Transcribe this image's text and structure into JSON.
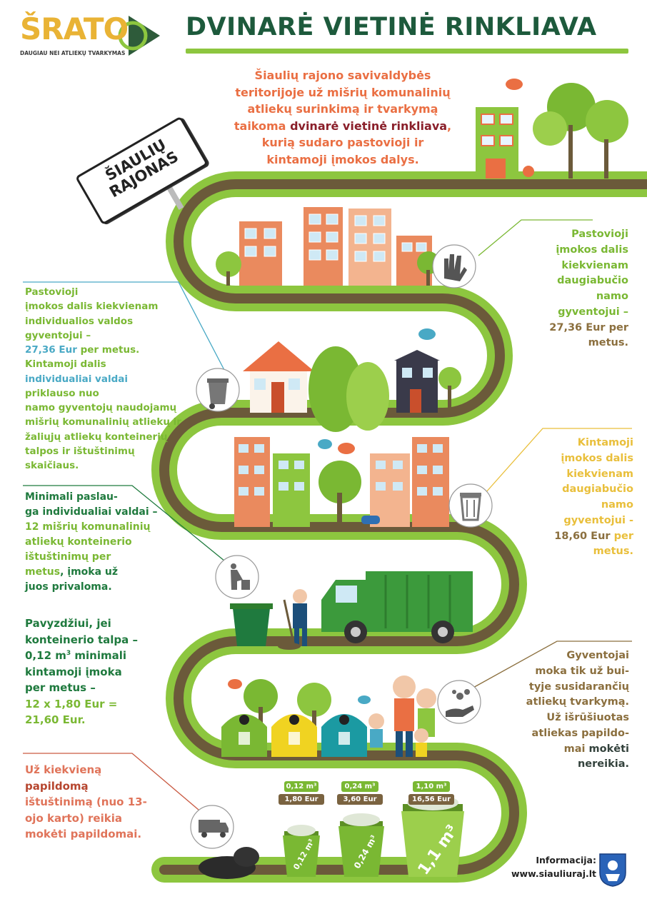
{
  "logo": {
    "name": "ŠRATO",
    "tagline": "DAUGIAU NEI ATLIEKŲ TVARKYMAS"
  },
  "title": "DVINARĖ VIETINĖ RINKLIAVA",
  "sign": {
    "line1": "ŠIAULIŲ",
    "line2": "RAJONAS"
  },
  "intro": {
    "l1": "Šiaulių rajono savivaldybės",
    "l2": "teritorijoje už mišrių komunalinių",
    "l3": "atliekų surinkimą ir tvarkymą",
    "l4a": "taikoma",
    "l4b": "dvinarė vietinė rinkliava",
    "l4c": ",",
    "l5": "kurią sudaro pastovioji ir",
    "l6": "kintamoji įmokos dalys."
  },
  "block_multi_fixed": {
    "l1": "Pastovioji",
    "l2": "įmokos dalis",
    "l3": "kiekvienam",
    "l4": "daugiabučio",
    "l5": "namo",
    "l6": "gyventojui –",
    "l7": "27,36 Eur per",
    "l8": "metus."
  },
  "block_individual": {
    "l1": "Pastovioji",
    "l2": "įmokos dalis kiekvienam",
    "l3": "individualios valdos",
    "l4": "gyventojui –",
    "l5a": "27,36 Eur",
    "l5b": "per metus.",
    "l6": "Kintamoji dalis",
    "l7": "individualiai valdai",
    "l8": "priklauso nuo",
    "l9": "namo gyventojų naudojamų",
    "l10": "mišrių komunalinių atliekų ir",
    "l11": "žaliųjų atliekų konteinerių",
    "l12": "talpos ir ištuštinimų",
    "l13": "skaičiaus."
  },
  "block_multi_variable": {
    "l1": "Kintamoji",
    "l2": "įmokos dalis",
    "l3": "kiekvienam",
    "l4": "daugiabučio",
    "l5": "namo",
    "l6": "gyventojui -",
    "l7a": "18,60 Eur",
    "l7b": "per",
    "l8": "metus."
  },
  "block_minimum": {
    "l1": "Minimali paslau-",
    "l2": "ga individualiai valdai –",
    "l3": "12 mišrių komunalinių",
    "l4": "atliekų konteinerio",
    "l5": "ištuštinimų per",
    "l6a": "metus",
    "l6b": ", įmoka už",
    "l7": "juos privaloma."
  },
  "block_example": {
    "l1": "Pavyzdžiui, jei",
    "l2": "konteinerio talpa –",
    "l3a": "0,12 m",
    "l3sup": "3",
    "l3b": " minimali",
    "l4": "kintamoji įmoka",
    "l5": "per metus –",
    "l6": "12 x 1,80 Eur =",
    "l7": "21,60 Eur."
  },
  "block_sorting": {
    "l1": "Gyventojai",
    "l2": "moka tik už bui-",
    "l3": "tyje susidarančių",
    "l4": "atliekų tvarkymą.",
    "l5": "Už išrūšiuotas",
    "l6": "atliekas papildo-",
    "l7a": "mai",
    "l7b": "mokėti",
    "l8": "nereikia."
  },
  "block_extra": {
    "l1": "Už kiekvieną",
    "l2": "papildomą",
    "l3": "ištuštinimą (nuo 13-",
    "l4": "ojo karto) reikia",
    "l5": "mokėti papildomai."
  },
  "bins": [
    {
      "volume": "0,12 m³",
      "price": "1,80 Eur",
      "label": "0,12 m³"
    },
    {
      "volume": "0,24 m³",
      "price": "3,60 Eur",
      "label": "0,24 m³"
    },
    {
      "volume": "1,10 m³",
      "price": "16,56 Eur",
      "label": "1,1 m³"
    }
  ],
  "info": {
    "label": "Informacija:",
    "url": "www.siauliuraj.lt"
  },
  "colors": {
    "title": "#1d5a3c",
    "road_green": "#8dc63f",
    "road_brown": "#6b5a3a",
    "accent_orange": "#ea6f43",
    "accent_blue": "#49a9c5",
    "accent_yellow": "#e9bf3b",
    "accent_dkgreen": "#1f7a3e",
    "accent_brown": "#8b6f3e"
  }
}
